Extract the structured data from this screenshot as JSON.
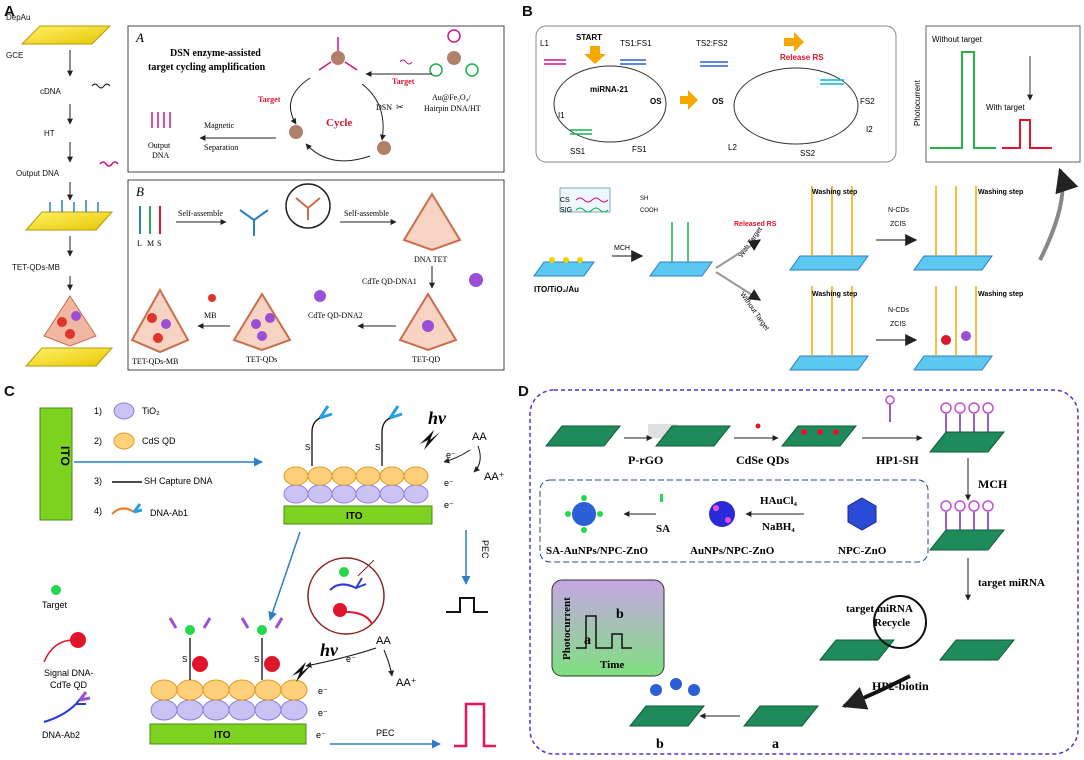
{
  "panels": {
    "A": {
      "letter": "A",
      "left_steps": [
        "DepAu",
        "GCE",
        "cDNA",
        "HT",
        "Output DNA",
        "TET-QDs-MB"
      ],
      "box_a": {
        "letter": "A",
        "title_line1": "DSN enzyme-assisted",
        "title_line2": "target cycling amplification",
        "target_top": "Target",
        "target_left": "Target",
        "reagent_line1": "Au@Fe₃O₄/",
        "reagent_line2": "Hairpin DNA/HT",
        "dsn": "DSN",
        "cycle": "Cycle",
        "magnetic": "Magnetic",
        "separation": "Separation",
        "output_line1": "Output",
        "output_line2": "DNA"
      },
      "box_b": {
        "letter": "B",
        "strands": [
          "L",
          "M",
          "S"
        ],
        "self_assemble_1": "Self-assemble",
        "self_assemble_2": "Self-assemble",
        "dna_tet": "DNA TET",
        "qd_dna1": "CdTe QD-DNA1",
        "qd_dna2": "CdTe QD-DNA2",
        "mb": "MB",
        "tet_qds_mb": "TET-QDs-MB",
        "tet_qds": "TET-QDs",
        "tet_qd": "TET-QD"
      }
    },
    "B": {
      "letter": "B",
      "start": "START",
      "l1": "L1",
      "ts1fs1": "TS1:FS1",
      "mirna": "miRNA-21",
      "os1": "OS",
      "i1": "I1",
      "ss1": "SS1",
      "fs1": "FS1",
      "ts2fs2": "TS2:FS2",
      "release": "Release RS",
      "os2": "OS",
      "fs2": "FS2",
      "i2": "I2",
      "l2": "L2",
      "ss2": "SS2",
      "cs": "CS",
      "sig": "SIG",
      "sh": "SH",
      "cooh": "COOH",
      "mch": "MCH",
      "electrode": "ITO/TiO₂/Au",
      "released_rs": "Released RS",
      "with_target": "With Target",
      "without_target": "Without Target",
      "washing": [
        "Washing step",
        "Washing step",
        "Washing step",
        "Washing step"
      ],
      "ncds": [
        "N-CDs",
        "N-CDs"
      ],
      "zcis": [
        "ZCIS",
        "ZCIS"
      ],
      "inset_without": "Without target",
      "inset_with": "With target",
      "inset_ylabel": "Photocurrent"
    },
    "C": {
      "letter": "C",
      "ito_bar": "ITO",
      "legend": [
        {
          "num": "1)",
          "label": "TiO₂"
        },
        {
          "num": "2)",
          "label": "CdS QD"
        },
        {
          "num": "3)",
          "label": "SH Capture DNA"
        },
        {
          "num": "4)",
          "label": "DNA-Ab1"
        }
      ],
      "hv_top": "hv",
      "aa_top": "AA",
      "aa_plus_top": "AA⁺",
      "e_top": [
        "e⁻",
        "e⁻",
        "e⁻"
      ],
      "ito_top": "ITO",
      "s_top": [
        "S",
        "S"
      ],
      "target": "Target",
      "signal_line1": "Signal DNA-",
      "signal_line2": "CdTe QD",
      "dna_ab2": "DNA-Ab2",
      "pec_top": "PEC",
      "hv_bottom": "hv",
      "aa_bottom": "AA",
      "aa_plus_bottom": "AA⁺",
      "e_bottom": [
        "e⁻",
        "e⁻",
        "e⁻",
        "e⁻"
      ],
      "s_bottom": [
        "S",
        "S"
      ],
      "pec_bottom": "PEC",
      "ito_bottom": "ITO"
    },
    "D": {
      "letter": "D",
      "prgo": "P-rGO",
      "cdse": "CdSe QDs",
      "hp1": "HP1-SH",
      "mch": "MCH",
      "haucl4": "HAuCl₄",
      "nabh4": "NaBH₄",
      "sa": "SA",
      "sa_au_npc": "SA-AuNPs/NPC-ZnO",
      "au_npc": "AuNPs/NPC-ZnO",
      "npc": "NPC-ZnO",
      "target_1": "target miRNA",
      "target_2": "target miRNA",
      "recycle": "Recycle",
      "hp2": "HP2-biotin",
      "photocurrent": "Photocurrent",
      "time": "Time",
      "a_inset": "a",
      "b_inset": "b",
      "a_label": "a",
      "b_label": "b"
    }
  }
}
